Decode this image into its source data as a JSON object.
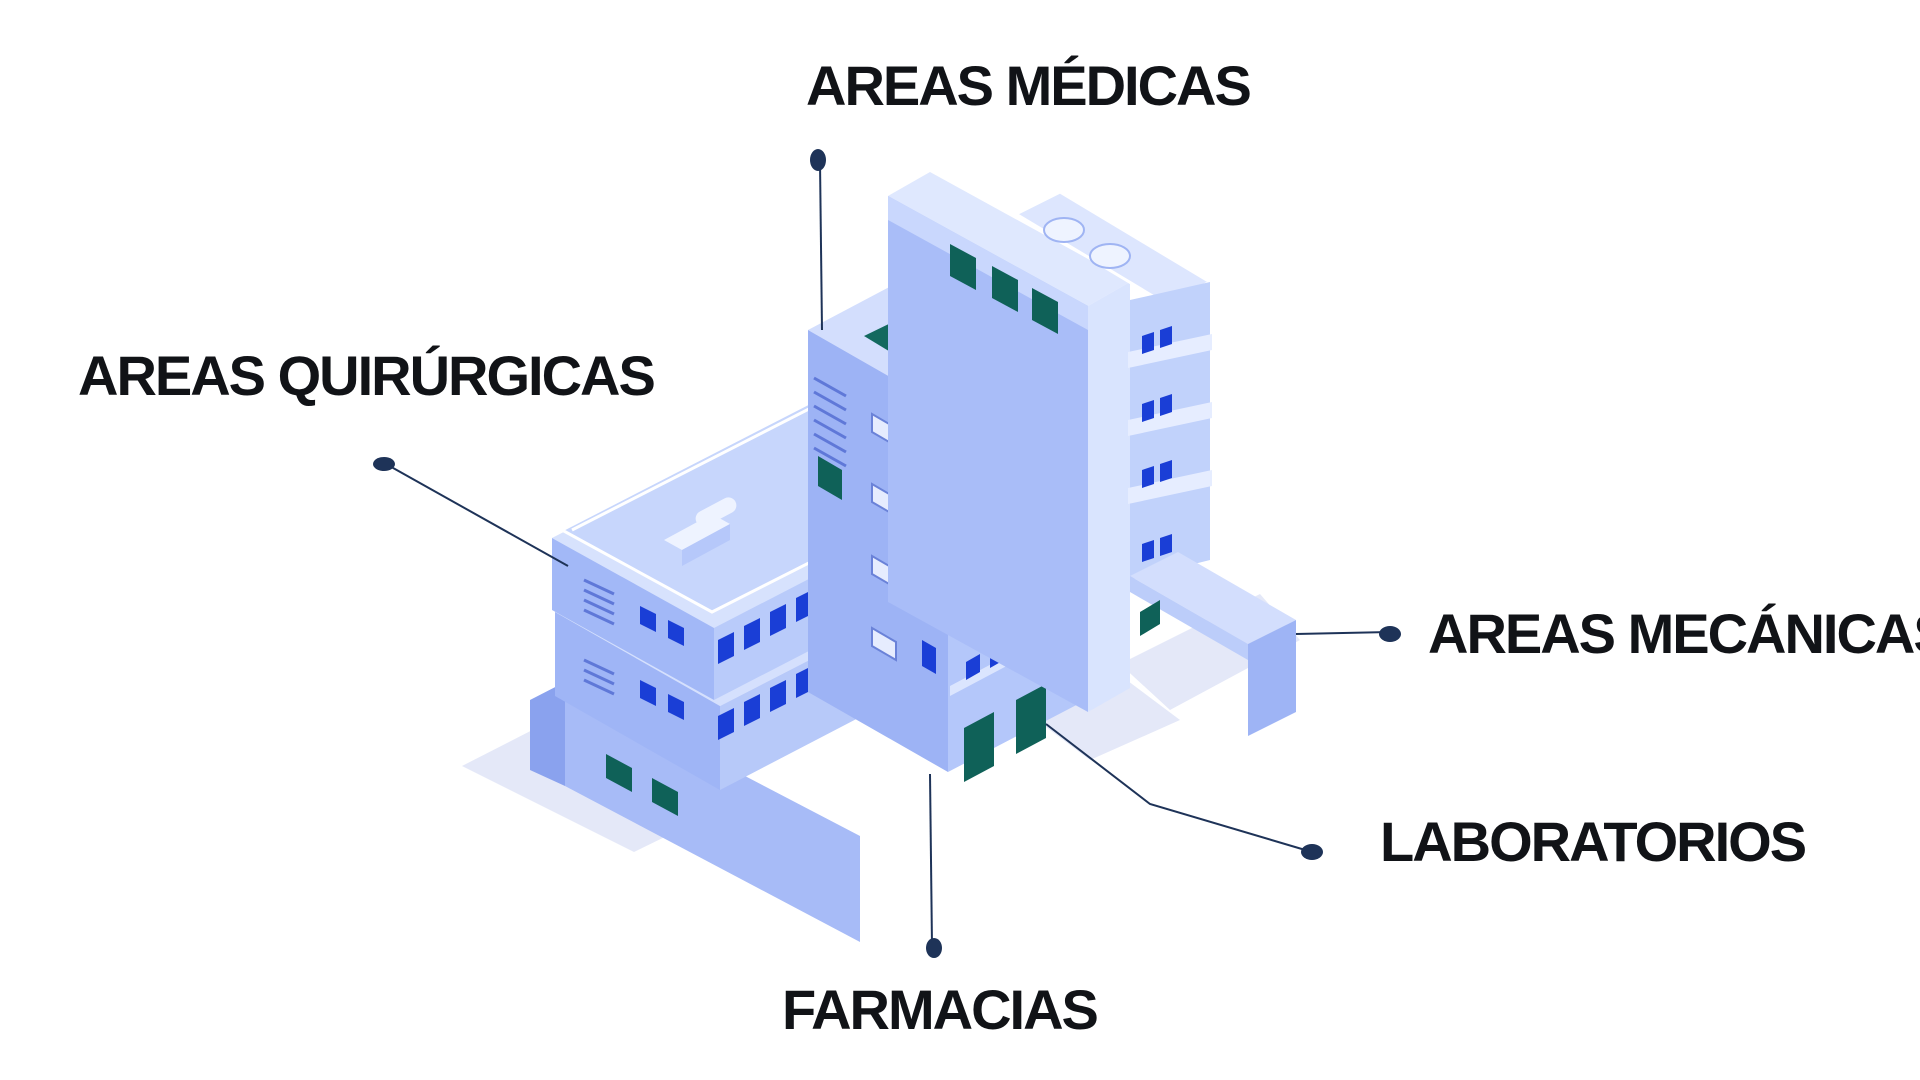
{
  "labels": {
    "areas_medicas": "AREAS MÉDICAS",
    "areas_quirurgicas": "AREAS QUIRÚRGICAS",
    "areas_mecanicas": "AREAS MECÁNICAS",
    "laboratorios": "LABORATORIOS",
    "farmacias": "FARMACIAS"
  },
  "icons": {
    "building": "hospital-building-icon",
    "helipad": "helipad-icon"
  },
  "colors": {
    "background": "#ffffff",
    "label_text": "#111317",
    "leader_line": "#1e3358",
    "building_light": "#c4d4fb",
    "building_mid": "#9db4f6",
    "building_dark": "#7f99ec",
    "window": "#1a3ed6",
    "door": "#0f6158",
    "helipad": "#13695f"
  }
}
